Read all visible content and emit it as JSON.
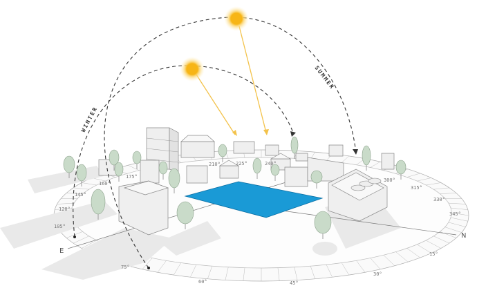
{
  "seasons": {
    "winter": "WINTER",
    "summer": "SUMMER"
  },
  "cardinals": {
    "east": "E",
    "north": "N"
  },
  "degree_labels": {
    "d60": "60°",
    "d75": "75°",
    "d105": "105°",
    "d120": "120°",
    "d145": "145°",
    "d160": "160°",
    "d175": "175°",
    "d210": "210°",
    "d225": "225°",
    "d240": "240°",
    "d300": "300°",
    "d315": "315°",
    "d330": "330°",
    "d345": "345°",
    "d15": "15°",
    "d30": "30°",
    "d45": "45°"
  },
  "colors": {
    "sun": "#f7b516",
    "ray": "#f3c24a",
    "site": "#1a9ad6",
    "path": "#333333"
  }
}
